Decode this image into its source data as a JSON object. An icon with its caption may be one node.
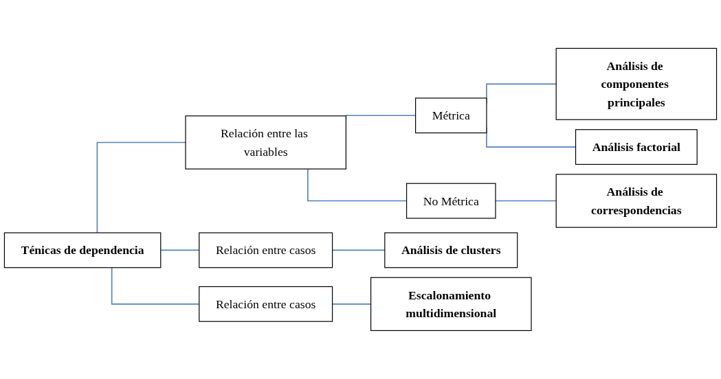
{
  "diagram": {
    "nodes": [
      {
        "text": [
          "Ténicas de dependencia"
        ]
      },
      {
        "text": [
          "Relación entre las variables"
        ]
      },
      {
        "text": [
          "Métrica"
        ]
      },
      {
        "text": [
          "No Métrica"
        ]
      },
      {
        "text": [
          "Análisis de componentes principales"
        ]
      },
      {
        "text": [
          "Análisis factorial"
        ]
      },
      {
        "text": [
          "Análisis de correspondencias"
        ]
      },
      {
        "text": [
          "Relación entre casos"
        ]
      },
      {
        "text": [
          "Análisis de clusters"
        ]
      },
      {
        "text": [
          "Relación entre casos"
        ]
      },
      {
        "text": [
          "Escalonamiento multidimensional"
        ]
      }
    ],
    "edges": [
      {
        "from": 0,
        "to": 1,
        "arrow": "none"
      },
      {
        "from": 0,
        "to": 7,
        "arrow": "none"
      },
      {
        "from": 0,
        "to": 9,
        "arrow": "none"
      },
      {
        "from": 1,
        "to": 2,
        "arrow": "none"
      },
      {
        "from": 1,
        "to": 3,
        "arrow": "none"
      },
      {
        "from": 2,
        "to": 4,
        "arrow": "none"
      },
      {
        "from": 2,
        "to": 5,
        "arrow": "none"
      },
      {
        "from": 3,
        "to": 6,
        "arrow": "none"
      },
      {
        "from": 7,
        "to": 8,
        "arrow": "none"
      },
      {
        "from": 9,
        "to": 10,
        "arrow": "none"
      }
    ]
  }
}
